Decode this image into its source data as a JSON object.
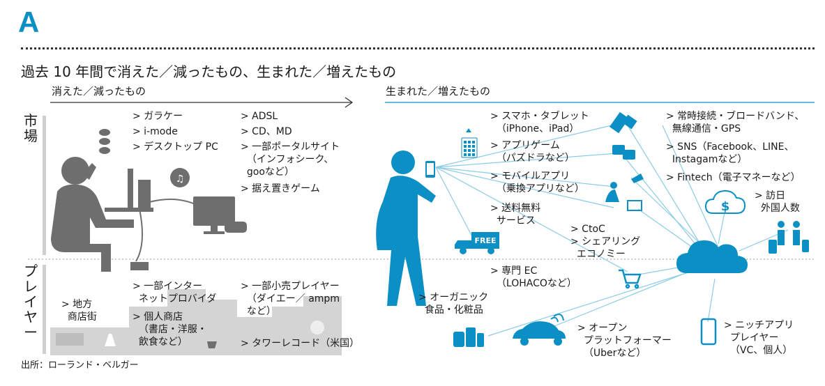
{
  "heading_letter": "A",
  "title": "過去 10 年間で消えた／減ったもの、生まれた／増えたもの",
  "lost_header": "消えた／減ったもの",
  "born_header": "生まれた／増えたもの",
  "rows": {
    "market": "市場",
    "player": "プレイヤー"
  },
  "lost_market_items": [
    "> ガラケー",
    "> i-mode",
    "> デスクトップ PC",
    "> ADSL",
    "> CD、MD",
    "> 一部ポータルサイト\n  （インフォシーク、\n  gooなど）",
    "> 据え置きゲーム"
  ],
  "lost_player_items": [
    "> 地方\n  商店街",
    "> 一部インター\n  ネットプロバイダ",
    "> 一部小売プレイヤー\n  （ダイエー／ ampm\n  など）",
    "> 個人商店\n  （書店・洋服・\n  飲食など）",
    "> タワーレコード（米国）"
  ],
  "born_items": [
    "> スマホ・タブレット\n  （iPhone、iPad）",
    "> アプリゲーム\n  （パズドラなど）",
    "> モバイルアプリ\n  （乗換アプリなど）",
    "> 送料無料\n  サービス",
    "> CtoC",
    "> シェアリング\n  エコノミー",
    "> 常時接続・ブロードバンド、\n  無線通信・GPS",
    "> SNS（Facebook、LINE、\n  Instagamなど）",
    "> Fintech（電子マネーなど）",
    "> 訪日\n  外国人数",
    "> 専門 EC\n  （LOHACOなど）",
    "> オーガニック\n  食品・化粧品",
    "> オープン\n  プラットフォーマー\n  （Uberなど）",
    "> ニッチアプリ\n  プレイヤー\n  （VC、個人）"
  ],
  "icon_texts": {
    "truck": "FREE"
  },
  "source": "出所：ローランド・ベルガー",
  "colors": {
    "accent": "#0b8fc4",
    "icon_gray": "#6e6e6e",
    "city_gray": "#d2d2d2",
    "line_blue": "#8ccbe6"
  }
}
